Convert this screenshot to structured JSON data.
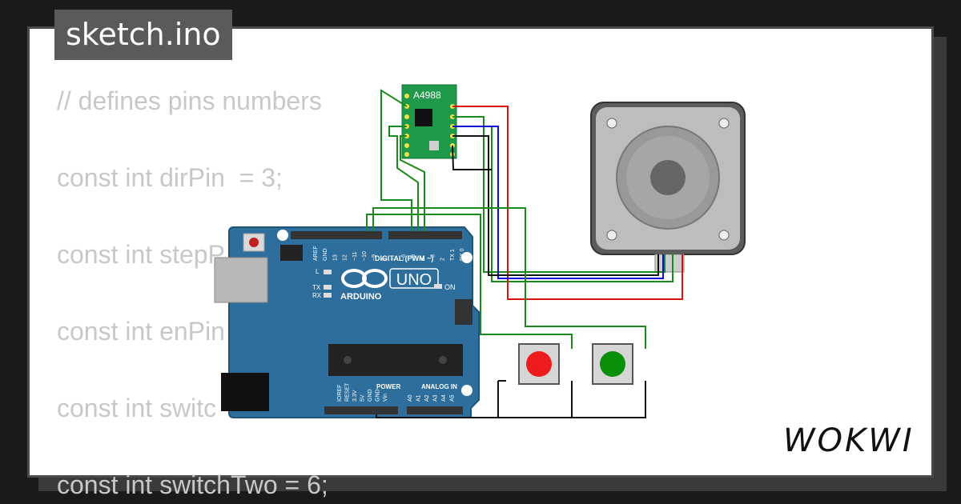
{
  "page": {
    "title": "sketch.ino",
    "brand": "WOKWI"
  },
  "code": {
    "lines": [
      "// defines pins numbers",
      "const int dirPin  = 3;",
      "const int stepP",
      "const int enPin",
      "const int switc",
      "const int switchTwo = 6;"
    ]
  },
  "components": {
    "driver": {
      "label": "A4988"
    },
    "arduino": {
      "logo_text": "ARDUINO",
      "model": "UNO",
      "digital_label": "DIGITAL (PWM ~)",
      "power_label": "POWER",
      "analog_label": "ANALOG IN",
      "on_label": "ON",
      "led_l": "L",
      "led_tx": "TX",
      "led_rx": "RX",
      "digital_pins": [
        "AREF",
        "GND",
        "13",
        "12",
        "~11",
        "~10",
        "~9",
        "8",
        "7",
        "~6",
        "~5",
        "4",
        "~3",
        "2",
        "TX 1",
        "RX 0"
      ],
      "power_pins": [
        "IOREF",
        "RESET",
        "3.3V",
        "5V",
        "GND",
        "GND",
        "Vin"
      ],
      "analog_pins": [
        "A0",
        "A1",
        "A2",
        "A3",
        "A4",
        "A5"
      ]
    },
    "buttons": [
      {
        "name": "red",
        "color": "#ee1c1c"
      },
      {
        "name": "green",
        "color": "#0a8f0a"
      }
    ]
  },
  "colors": {
    "wire_green": "#1a8a1a",
    "wire_red": "#e01010",
    "wire_blue": "#0b0bd9",
    "wire_black": "#111111",
    "board_blue": "#2d6e9c",
    "driver_green": "#1e9a4a"
  }
}
